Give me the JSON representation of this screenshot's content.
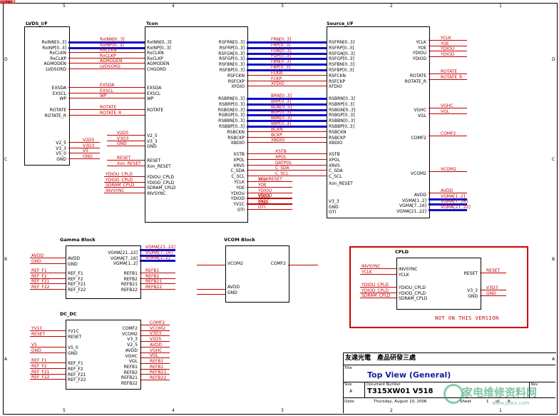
{
  "frame": {
    "top_cols": [
      "5",
      "4",
      "3",
      "2",
      "1"
    ],
    "side_rows": [
      "D",
      "C",
      "B",
      "A"
    ]
  },
  "blocks": {
    "lvds": {
      "title": "LVDS_I/F",
      "pins_left": [
        "RxINN[0..3]",
        "RxINP[0..3]",
        "RxCLKN",
        "RxCLKP",
        "AGMODEN",
        "LVDSORD",
        "EXSDA",
        "EXSCL",
        "WP",
        "ROTATE",
        "ROTATE_R",
        "V2_5",
        "V3_3",
        "V5_0",
        "GND"
      ]
    },
    "tcon": {
      "title": "Tcon",
      "left_pins": [
        "RxINN[0..3]",
        "RxINP[0..3]",
        "RxCLKN",
        "RxCLKP",
        "AGMODEN",
        "CHGORD",
        "EXSDA",
        "EXSCL",
        "WP",
        "ROTATE",
        "V2_5",
        "V3_3",
        "GND",
        "RESET",
        "Xon_RESET",
        "YDIOU_CPLD",
        "YDIOD_CPLD",
        "SDRAM_CPLD",
        "INVSYNC"
      ],
      "right_pins": [
        "RSFRN[0..3]",
        "RSFRP[0..3]",
        "RSFGN[0..3]",
        "RSFGP[0..3]",
        "RSFBN[0..3]",
        "RSFBP[0..3]",
        "RSFCKN",
        "RSFCKP",
        "XFDIO",
        "RSBRN[0..3]",
        "RSBRP[0..3]",
        "RSBGN[0..3]",
        "RSBGP[0..3]",
        "RSBBN[0..3]",
        "RSBBP[0..3]",
        "RSBCKN",
        "RSBCKP",
        "XBDIO",
        "XSTB",
        "XPOL",
        "XRVS",
        "C_SDA",
        "C_SCL",
        "YCLK",
        "YOE",
        "YDIOU",
        "YDIOD",
        "YV1C",
        "OTI"
      ]
    },
    "source": {
      "title": "Source_I/F",
      "left_pins": [
        "RSFRN[0..3]",
        "RSFRP[0..3]",
        "RSFGN[0..3]",
        "RSFGP[0..3]",
        "RSFBN[0..3]",
        "RSFBP[0..3]",
        "RSFCKN",
        "RSFCKP",
        "XFDIO",
        "RSBRN[0..3]",
        "RSBRP[0..3]",
        "RSBGN[0..3]",
        "RSBGP[0..3]",
        "RSBBN[0..3]",
        "RSBBP[0..3]",
        "RSBCKN",
        "RSBCKP",
        "XBDIO",
        "XSTB",
        "XPOL",
        "XRVS",
        "C_SDA",
        "C_SCL",
        "Xon_RESET",
        "V3_3",
        "GND",
        "OTI"
      ],
      "right_pins": [
        "YCLK",
        "YOE",
        "YDIOU",
        "YDIOD",
        "ROTATE",
        "ROTATE_R",
        "VGHC",
        "VGL",
        "COMF2",
        "VCOM2",
        "AVDD",
        "VGMA[1..2]",
        "VGMA[7..16]",
        "VGMA[21..22]"
      ]
    },
    "gamma": {
      "title": "Gamma Block",
      "left_pins": [
        "AVDD",
        "GND",
        "REF_F1",
        "REF_F2",
        "REF_F21",
        "REF_F22"
      ],
      "right_pins": [
        "VGMA[21..22]",
        "VGMA[7..16]",
        "VGMA[1..2]",
        "REFB1",
        "REFB2",
        "REFB21",
        "REFB22"
      ]
    },
    "vcom": {
      "title": "VCOM Block",
      "left_pins": [
        "VCOM2",
        "AVDD",
        "GND"
      ],
      "right_pins": [
        "COMF2"
      ]
    },
    "cpld": {
      "title": "CPLD",
      "left_pins": [
        "INVSYNC",
        "YCLK",
        "YDIOU_CPLD",
        "YDIOD_CPLD",
        "SDRAM_CPLD"
      ],
      "right_pins": [
        "RESET",
        "V3_3",
        "GND"
      ],
      "note": "NOT ON THIS VERSION"
    },
    "dcdc": {
      "title": "DC_DC",
      "left_pins": [
        "YV1C",
        "RESET",
        "V5_0",
        "GND",
        "REF_F1",
        "REF_F2",
        "REF_F21",
        "REF_F22"
      ],
      "right_pins": [
        "COMF2",
        "VCOM2",
        "V3_3",
        "V2_5",
        "AVDD",
        "VGHC",
        "VGL",
        "REFB1",
        "REFB2",
        "REFB21",
        "REFB22"
      ]
    }
  },
  "nets": {
    "lvds_tcon": [
      "RxINN[0..3]",
      "RxINP[0..3]",
      "RxCLKN",
      "RxCLKP",
      "AGMODEN",
      "LVDSORD",
      "EXSDA",
      "EXSCL",
      "WP",
      "ROTATE",
      "ROTATE_R"
    ],
    "lvds_pwr": [
      "V2D5",
      "V3D3",
      "V5",
      "GND"
    ],
    "tcon_pwr": [
      "V2D5",
      "V3D3",
      "GND",
      "RESET",
      "Xon_RESET"
    ],
    "tcon_cpld": [
      "YDIOU_CPLD",
      "YDIOD_CPLD",
      "SDRAM_CPLD",
      "INVSYNC"
    ],
    "tcon_src_f": [
      "FRN[0..3]",
      "FRP[0..3]",
      "FGN[0..3]",
      "FGP[0..3]",
      "FBN[0..3]",
      "FBP[0..3]",
      "FCKN",
      "FCKP",
      "XFDIO"
    ],
    "tcon_src_b": [
      "BRN[0..3]",
      "BRP[0..3]",
      "BGN[0..3]",
      "BGP[0..3]",
      "BBN[0..3]",
      "BBP[0..3]",
      "BCKN",
      "BCKP",
      "XBDIO"
    ],
    "tcon_src_c": [
      "XSTB",
      "XPOL",
      "DATPOL",
      "C_SDA",
      "C_SCL"
    ],
    "tcon_misc": [
      "YCLK",
      "YOE",
      "YDIOU",
      "YDIOD",
      "YV1C",
      "V3D3",
      "GND",
      "OTI",
      "Xon_RESET"
    ],
    "src_right": [
      "YCLK",
      "YOE",
      "YDIOU",
      "YDIOD",
      "ROTATE",
      "ROTATE_R",
      "VGHC",
      "VGL",
      "COMF2",
      "VCOM2",
      "AVDD",
      "VGMA[1..2]",
      "VGMA[7..16]",
      "VGMA[21..22]"
    ],
    "gamma_left": [
      "AVDD",
      "GND",
      "REF_F1",
      "REF_F2",
      "REF_F21",
      "REF_F22"
    ],
    "gamma_right": [
      "VGMA[21..22]",
      "VGMA[7..16]",
      "VGMA[1..2]",
      "REFB1",
      "REFB2",
      "REFB21",
      "REFB22"
    ],
    "vcom": [
      "VCOM2",
      "COMF2",
      "AVDD",
      "GND"
    ],
    "cpld_left": [
      "INVSYNC",
      "YCLK",
      "YDIOU_CPLD",
      "YDIOD_CPLD",
      "SDRAM_CPLD"
    ],
    "cpld_right": [
      "RESET",
      "V3D3",
      "GND"
    ],
    "dcdc_left": [
      "YV1C",
      "RESET",
      "V5",
      "GND",
      "REF_F1",
      "REF_F2",
      "REF_F21",
      "REF_F22"
    ],
    "dcdc_right": [
      "COMF2",
      "VCOM2",
      "V3D3",
      "V2D5",
      "AVDD",
      "VGHC",
      "VGL",
      "REFB1",
      "REFB2",
      "REFB21",
      "REFB22"
    ]
  },
  "titleblock": {
    "company": "友達光電　產品研發三處",
    "title_label": "Title",
    "title": "Top View (General)",
    "size_label": "Size",
    "size": "A",
    "docnum_label": "Document Number",
    "docnum": "T315XW01 V518",
    "rev_label": "Rev",
    "date_label": "Date:",
    "date": "Thursday, August 10, 2006",
    "sheet_label": "Sheet",
    "sheet": "1",
    "of_label": "of",
    "sheets": "8"
  },
  "watermark": {
    "text": "家电维修资料网",
    "url": "www.Jdwx.com"
  }
}
